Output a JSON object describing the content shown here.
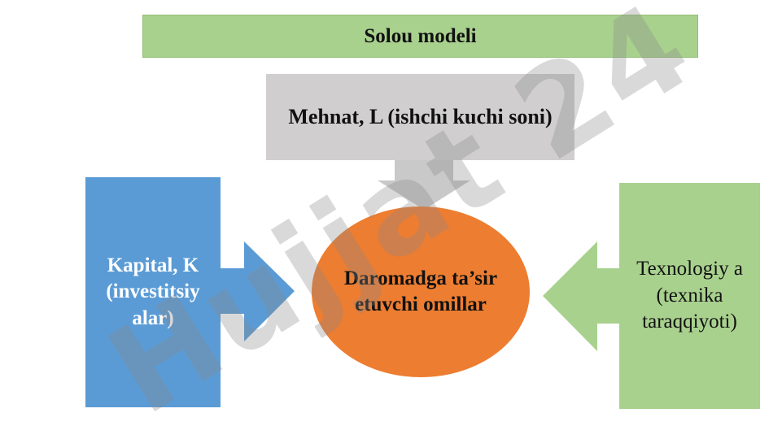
{
  "title": "Solou modeli",
  "labor": "Mehnat, L (ishchi kuchi soni)",
  "capital": "Kapital, K (investitsiy alar)",
  "technology": "Texnologiy a (texnika taraqqiyoti)",
  "center": "Daromadga ta’sir etuvchi omillar",
  "watermark": "Hujjat 24",
  "colors": {
    "title_bg": "#a9d18e",
    "labor_bg": "#d0cece",
    "capital_bg": "#5b9bd5",
    "technology_bg": "#a9d18e",
    "center_bg": "#ed7d31"
  }
}
